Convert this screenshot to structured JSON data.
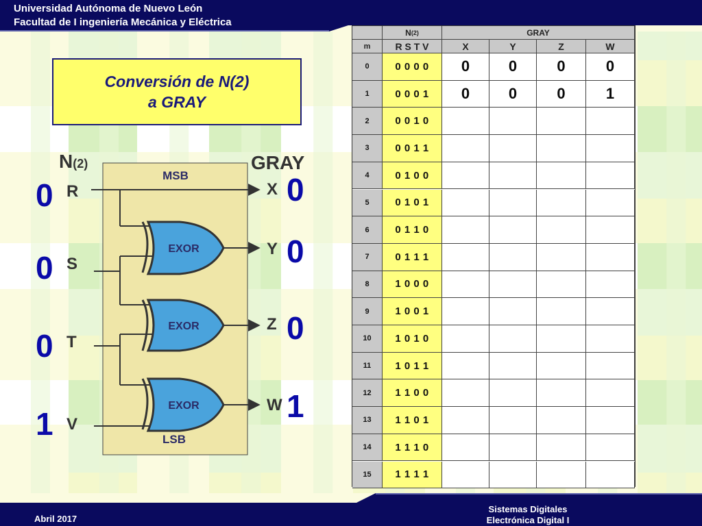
{
  "header": {
    "line1": "Universidad Autónoma de Nuevo León",
    "line2": "Facultad de I ingeniería Mecánica y Eléctrica"
  },
  "footer": {
    "date": "Abril 2017",
    "course_line1": "Sistemas Digitales",
    "course_line2": "Electrónica Digital I"
  },
  "title": {
    "line1": "Conversión de N(2)",
    "line2": "a GRAY"
  },
  "circuit": {
    "input_header": "N",
    "input_header_sub": "(2)",
    "output_header": "GRAY",
    "msb_label": "MSB",
    "lsb_label": "LSB",
    "gate_label": "EXOR",
    "inputs": [
      {
        "name": "R",
        "value": "0"
      },
      {
        "name": "S",
        "value": "0"
      },
      {
        "name": "T",
        "value": "0"
      },
      {
        "name": "V",
        "value": "1"
      }
    ],
    "outputs": [
      {
        "name": "X",
        "value": "0"
      },
      {
        "name": "Y",
        "value": "0"
      },
      {
        "name": "Z",
        "value": "0"
      },
      {
        "name": "W",
        "value": "1"
      }
    ]
  },
  "table": {
    "group_n": "N",
    "group_n_sub": "(2)",
    "group_gray": "GRAY",
    "col_m": "m",
    "col_n": "R S T V",
    "col_gray": [
      "X",
      "Y",
      "Z",
      "W"
    ],
    "rows": [
      {
        "m": "0",
        "n": "0 0 0 0",
        "gray": [
          "0",
          "0",
          "0",
          "0"
        ]
      },
      {
        "m": "1",
        "n": "0 0 0 1",
        "gray": [
          "0",
          "0",
          "0",
          "1"
        ]
      },
      {
        "m": "2",
        "n": "0 0 1 0",
        "gray": [
          "",
          "",
          "",
          ""
        ]
      },
      {
        "m": "3",
        "n": "0 0 1 1",
        "gray": [
          "",
          "",
          "",
          ""
        ]
      },
      {
        "m": "4",
        "n": "0 1 0 0",
        "gray": [
          "",
          "",
          "",
          ""
        ]
      },
      {
        "m": "5",
        "n": "0 1 0 1",
        "gray": [
          "",
          "",
          "",
          ""
        ]
      },
      {
        "m": "6",
        "n": "0 1 1 0",
        "gray": [
          "",
          "",
          "",
          ""
        ]
      },
      {
        "m": "7",
        "n": "0 1 1 1",
        "gray": [
          "",
          "",
          "",
          ""
        ]
      },
      {
        "m": "8",
        "n": "1 0 0 0",
        "gray": [
          "",
          "",
          "",
          ""
        ]
      },
      {
        "m": "9",
        "n": "1 0 0 1",
        "gray": [
          "",
          "",
          "",
          ""
        ]
      },
      {
        "m": "10",
        "n": "1 0 1 0",
        "gray": [
          "",
          "",
          "",
          ""
        ]
      },
      {
        "m": "11",
        "n": "1 0 1 1",
        "gray": [
          "",
          "",
          "",
          ""
        ]
      },
      {
        "m": "12",
        "n": "1 1 0 0",
        "gray": [
          "",
          "",
          "",
          ""
        ]
      },
      {
        "m": "13",
        "n": "1 1 0 1",
        "gray": [
          "",
          "",
          "",
          ""
        ]
      },
      {
        "m": "14",
        "n": "1 1 1 0",
        "gray": [
          "",
          "",
          "",
          ""
        ]
      },
      {
        "m": "15",
        "n": "1 1 1 1",
        "gray": [
          "",
          "",
          "",
          ""
        ]
      }
    ]
  },
  "colors": {
    "header_navy": "#0a0a5e",
    "value_blue": "#0a0aa8",
    "gate_blue": "#4aa3dc",
    "panel_tan": "#efe6a8",
    "title_yellow": "#ffff6b"
  }
}
